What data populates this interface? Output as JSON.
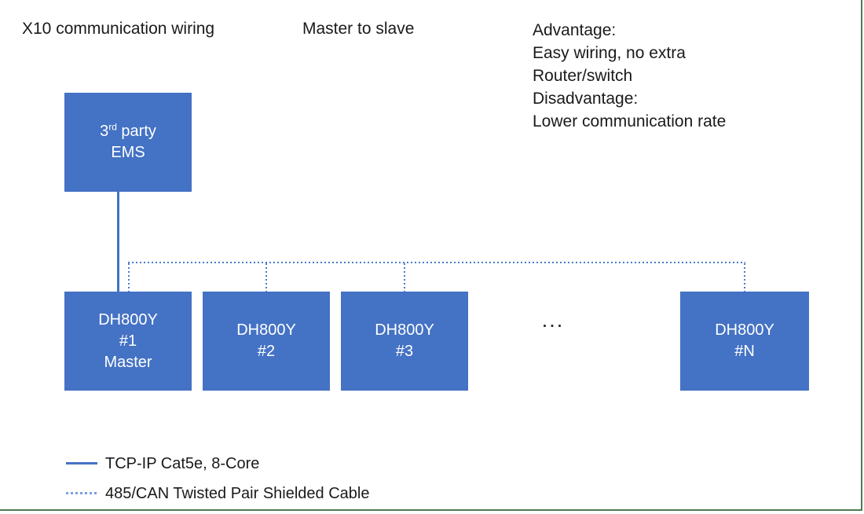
{
  "header": {
    "title": "X10 communication wiring",
    "subtitle": "Master to slave"
  },
  "notes": {
    "lines": [
      "Advantage:",
      "Easy wiring, no extra",
      "Router/switch",
      "Disadvantage:",
      "Lower communication rate"
    ]
  },
  "ems": {
    "line1_prefix": "3",
    "line1_sup": "rd",
    "line1_suffix": " party",
    "line2": "EMS"
  },
  "devices": [
    {
      "model": "DH800Y",
      "id": "#1",
      "role": "Master"
    },
    {
      "model": "DH800Y",
      "id": "#2"
    },
    {
      "model": "DH800Y",
      "id": "#3"
    },
    {
      "model": "DH800Y",
      "id": "#N"
    }
  ],
  "ellipsis": "...",
  "legend": [
    {
      "style": "solid",
      "label": "TCP-IP Cat5e, 8-Core"
    },
    {
      "style": "dotted",
      "label": "485/CAN Twisted Pair Shielded Cable"
    }
  ],
  "colors": {
    "box_fill": "#4472c4",
    "box_text": "#ffffff",
    "solid_line": "#4472c4",
    "dotted_line": "#4b79cf",
    "legend_dotted": "#7aa0e0",
    "text": "#1a1a1a",
    "frame_green": "#4e7a52"
  }
}
